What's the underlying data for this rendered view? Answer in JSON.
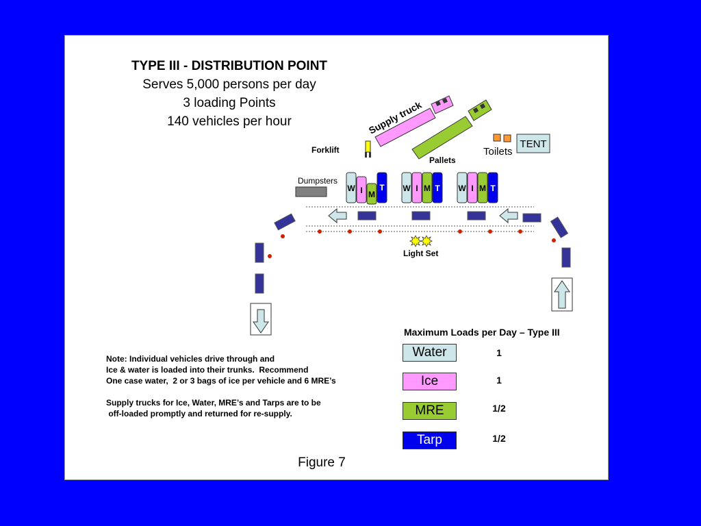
{
  "slide": {
    "title": "TYPE III - DISTRIBUTION POINT",
    "subtitle_lines": [
      "Serves 5,000 persons per day",
      "3 loading Points",
      "140 vehicles per hour"
    ],
    "figure_caption": "Figure 7"
  },
  "site_labels": {
    "supply_truck": "Supply truck",
    "forklift": "Forklift",
    "toilets": "Toilets",
    "tent": "TENT",
    "pallets": "Pallets",
    "dumpsters": "Dumpsters",
    "light_set": "Light Set"
  },
  "loading_points": [
    {
      "letters": [
        "W",
        "I",
        "M",
        "T"
      ]
    },
    {
      "letters": [
        "W",
        "I",
        "M",
        "T"
      ]
    },
    {
      "letters": [
        "W",
        "I",
        "M",
        "T"
      ]
    }
  ],
  "note_lines": [
    "Note: Individual vehicles drive through and",
    "Ice & water is loaded into their trunks.  Recommend",
    "One case water,  2 or 3 bags of ice per vehicle and 6 MRE’s",
    "",
    "Supply trucks for Ice, Water, MRE’s and Tarps are to be",
    " off-loaded promptly and returned for re-supply."
  ],
  "max_loads": {
    "heading": "Maximum Loads per Day – Type III",
    "items": [
      {
        "name": "Water",
        "value": "1",
        "color": "#cce6ea"
      },
      {
        "name": "Ice",
        "value": "1",
        "color": "#ff99ff"
      },
      {
        "name": "MRE",
        "value": "1/2",
        "color": "#99cc33"
      },
      {
        "name": "Tarp",
        "value": "1/2",
        "color": "#0000ee"
      }
    ]
  },
  "colors": {
    "background": "#0000ff",
    "water": "#cce6ea",
    "ice": "#ff99ff",
    "mre": "#99cc33",
    "tarp": "#0000ee",
    "vehicle": "#333399",
    "toilet": "#ff9933",
    "light": "#ffff00",
    "marker": "#cc2200"
  }
}
